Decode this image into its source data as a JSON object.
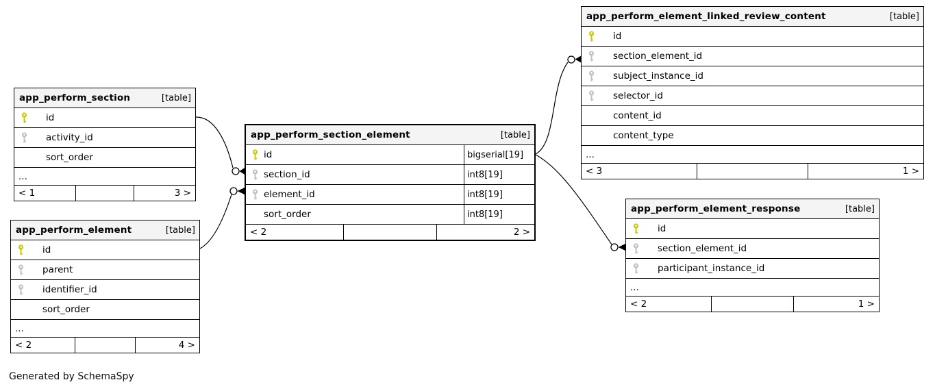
{
  "caption": "Generated by SchemaSpy",
  "colors": {
    "header-bg": "#f4f4f4",
    "pk-key": "#c9c900",
    "fk-key": "#c0c0c0",
    "edge": "#000000"
  },
  "tables": {
    "section": {
      "name": "app_perform_section",
      "tag": "[table]",
      "columns": [
        {
          "name": "id",
          "key": "pk"
        },
        {
          "name": "activity_id",
          "key": "fk"
        },
        {
          "name": "sort_order",
          "key": "none"
        }
      ],
      "more": "...",
      "footer_left": "< 1",
      "footer_right": "3 >"
    },
    "element": {
      "name": "app_perform_element",
      "tag": "[table]",
      "columns": [
        {
          "name": "id",
          "key": "pk"
        },
        {
          "name": "parent",
          "key": "fk"
        },
        {
          "name": "identifier_id",
          "key": "fk"
        },
        {
          "name": "sort_order",
          "key": "none"
        }
      ],
      "more": "...",
      "footer_left": "< 2",
      "footer_right": "4 >"
    },
    "section_element": {
      "name": "app_perform_section_element",
      "tag": "[table]",
      "columns": [
        {
          "name": "id",
          "key": "pk",
          "type": "bigserial[19]"
        },
        {
          "name": "section_id",
          "key": "fk",
          "type": "int8[19]"
        },
        {
          "name": "element_id",
          "key": "fk",
          "type": "int8[19]"
        },
        {
          "name": "sort_order",
          "key": "none",
          "type": "int8[19]"
        }
      ],
      "footer_left": "< 2",
      "footer_right": "2 >"
    },
    "linked_review_content": {
      "name": "app_perform_element_linked_review_content",
      "tag": "[table]",
      "columns": [
        {
          "name": "id",
          "key": "pk"
        },
        {
          "name": "section_element_id",
          "key": "fk"
        },
        {
          "name": "subject_instance_id",
          "key": "fk"
        },
        {
          "name": "selector_id",
          "key": "fk"
        },
        {
          "name": "content_id",
          "key": "none"
        },
        {
          "name": "content_type",
          "key": "none"
        }
      ],
      "more": "...",
      "footer_left": "< 3",
      "footer_right": "1 >"
    },
    "element_response": {
      "name": "app_perform_element_response",
      "tag": "[table]",
      "columns": [
        {
          "name": "id",
          "key": "pk"
        },
        {
          "name": "section_element_id",
          "key": "fk"
        },
        {
          "name": "participant_instance_id",
          "key": "fk"
        }
      ],
      "more": "...",
      "footer_left": "< 2",
      "footer_right": "1 >"
    }
  },
  "relationships": [
    {
      "from": "app_perform_section.id",
      "to": "app_perform_section_element.section_id"
    },
    {
      "from": "app_perform_element.id",
      "to": "app_perform_section_element.element_id"
    },
    {
      "from": "app_perform_section_element.id",
      "to": "app_perform_element_linked_review_content.section_element_id"
    },
    {
      "from": "app_perform_section_element.id",
      "to": "app_perform_element_response.section_element_id"
    }
  ]
}
